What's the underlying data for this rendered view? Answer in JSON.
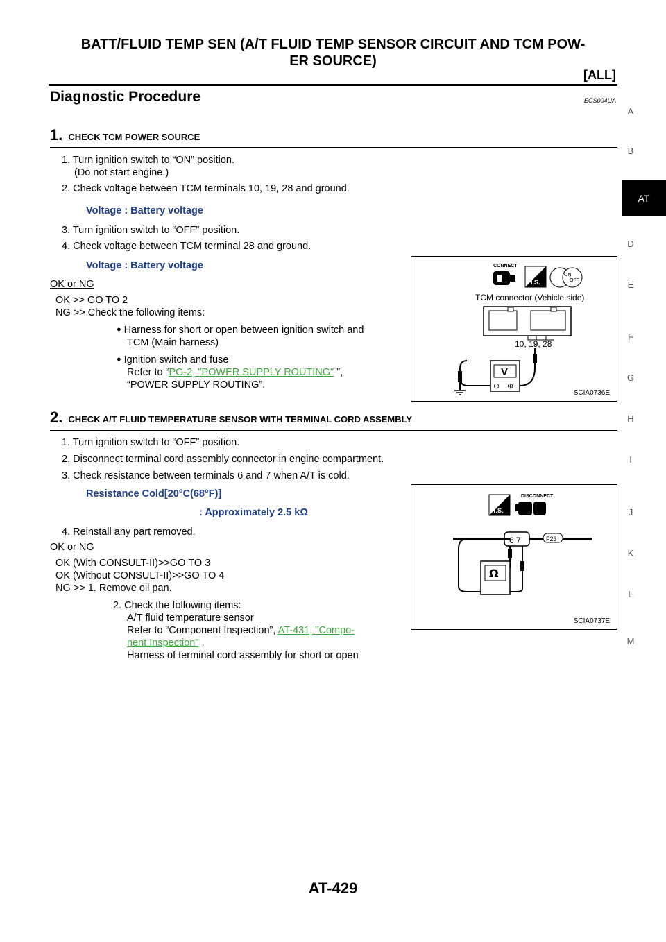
{
  "header": {
    "title_line1": "BATT/FLUID TEMP SEN (A/T FLUID TEMP SENSOR CIRCUIT AND TCM POW-",
    "title_line2": "ER SOURCE)",
    "subtitle": "[ALL]"
  },
  "section": {
    "title": "Diagnostic Procedure",
    "code": "ECS004UA"
  },
  "side_index": {
    "letters": [
      "A",
      "B",
      "AT",
      "D",
      "E",
      "F",
      "G",
      "H",
      "I",
      "J",
      "K",
      "L",
      "M"
    ],
    "active": "AT"
  },
  "step1": {
    "num": "1.",
    "title": "CHECK TCM POWER SOURCE",
    "line1": "1.  Turn ignition switch to “ON” position.",
    "line1b": "(Do not start engine.)",
    "line2": "2.  Check voltage between TCM terminals 10, 19, 28 and ground.",
    "spec1": "Voltage : Battery voltage",
    "line3": "3.  Turn ignition switch to “OFF” position.",
    "line4": "4.  Check voltage between TCM terminal 28 and ground.",
    "spec2": "Voltage : Battery voltage",
    "oknq": "OK or NG",
    "ok": "OK      >> GO TO 2",
    "ng": "NG      >> Check the following items:",
    "b1a": "Harness for short or open between ignition switch and",
    "b1b": "TCM (Main harness)",
    "b2a": "Ignition switch and fuse",
    "b2b_pre": "Refer    to “",
    "b2b_link": "PG-2, \"POWER SUPPLY ROUTING\"",
    "b2b_post": " ”,",
    "b2c": "“POWER SUPPLY ROUTING”.",
    "figure": {
      "id": "SCIA0736E",
      "connect": "CONNECT",
      "hs": "H.S.",
      "on": "ON",
      "off": "OFF",
      "caption": "TCM connector (Vehicle side)",
      "terminals": "10, 19, 28",
      "meter": "V",
      "minus": "⊖",
      "plus": "⊕"
    }
  },
  "step2": {
    "num": "2.",
    "title": "CHECK A/T FLUID TEMPERATURE SENSOR WITH TERMINAL CORD ASSEMBLY",
    "line1": "1.  Turn ignition switch to “OFF” position.",
    "line2": "2.  Disconnect terminal cord assembly connector in engine compartment.",
    "line3": "3.  Check resistance between terminals 6 and 7 when A/T is cold.",
    "spec_a": "Resistance Cold[20°C(68°F)]",
    "spec_b": ": Approximately 2.5 kΩ",
    "line4": "4.  Reinstall any part removed.",
    "oknq": "OK or NG",
    "ok1": "OK (With CONSULT-II)>>GO TO 3",
    "ok2": "OK (Without CONSULT-II)>>GO TO 4",
    "ng": "NG      >> 1. Remove oil pan.",
    "c1": "2. Check the following items:",
    "c2": "A/T fluid temperature sensor",
    "c3_pre": "Refer to “Component Inspection”,",
    "c3_link": "AT-431, \"Compo-",
    "c4_link": "nent Inspection\"",
    "c4_post": " .",
    "c5": "Harness of terminal cord assembly for short or open",
    "figure": {
      "id": "SCIA0737E",
      "disconnect": "DISCONNECT",
      "ts": "T.S.",
      "pins": "6  7",
      "conn": "F23",
      "meter": "Ω"
    }
  },
  "footer": {
    "page": "AT-429"
  }
}
